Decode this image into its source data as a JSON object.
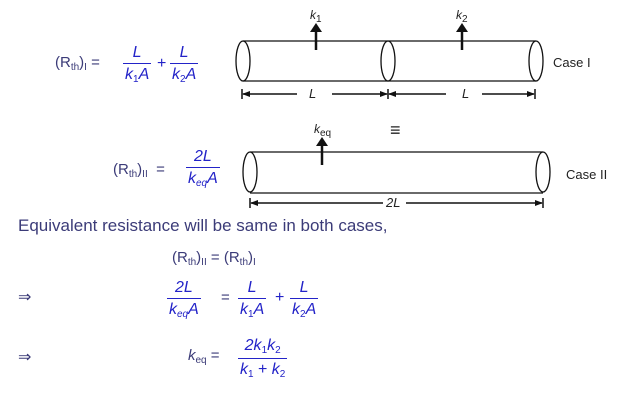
{
  "diagram": {
    "case1_label": "Case I",
    "case2_label": "Case II",
    "k1": "k",
    "k1_sub": "1",
    "k2": "k",
    "k2_sub": "2",
    "keq": "k",
    "keq_sub": "eq",
    "length1": "L",
    "length2": "L",
    "length_total": "2L",
    "equivalent_symbol": "≡"
  },
  "eq_case1": {
    "lhs": "(R",
    "lhs_sub": "th",
    "lhs_close": ")",
    "lhs_index": "I",
    "equals": "=",
    "frac1_num": "L",
    "frac1_den": "k",
    "frac1_den_sub": "1",
    "frac1_den_tail": "A",
    "plus": "+",
    "frac2_num": "L",
    "frac2_den": "k",
    "frac2_den_sub": "2",
    "frac2_den_tail": "A"
  },
  "eq_case2": {
    "lhs": "(R",
    "lhs_sub": "th",
    "lhs_close": ")",
    "lhs_index": "II",
    "equals": "=",
    "frac_num": "2L",
    "frac_den": "k",
    "frac_den_sub": "eq",
    "frac_den_tail": "A"
  },
  "statement": "Equivalent resistance will be same in both cases,",
  "step1": {
    "left": "(R",
    "sub": "th",
    "close": ")",
    "idx2": "II",
    "equals": "=",
    "idx1": "I"
  },
  "step2": {
    "implies": "⇒",
    "lhs_num": "2L",
    "lhs_den": "k",
    "lhs_den_sub": "eq",
    "lhs_den_tail": "A",
    "equals": "=",
    "f1_num": "L",
    "f1_den": "k",
    "f1_den_sub": "1",
    "f1_den_tail": "A",
    "plus": "+",
    "f2_num": "L",
    "f2_den": "k",
    "f2_den_sub": "2",
    "f2_den_tail": "A"
  },
  "step3": {
    "implies": "⇒",
    "lhs": "k",
    "lhs_sub": "eq",
    "equals": "=",
    "num": "2k",
    "num_sub1": "1",
    "num_k2": "k",
    "num_sub2": "2",
    "den_k1": "k",
    "den_sub1": "1",
    "den_plus": " + ",
    "den_k2": "k",
    "den_sub2": "2"
  }
}
